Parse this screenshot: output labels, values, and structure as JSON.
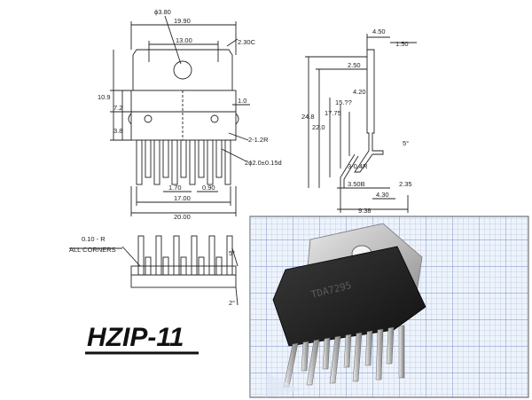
{
  "title": "HZIP-11",
  "front_view": {
    "hole_dia": "ϕ3.80",
    "width_overall": "19.90",
    "width_holes": "13.00",
    "chamfer": "2.30C",
    "height_total": "10.9",
    "height_upper": "7.2",
    "height_lower": "3.8",
    "slot_width": "1.0",
    "radius": "2-1.2R",
    "pin_width": "2ϕ2.0±0.15d",
    "pin_pitch": "1.70",
    "pin_width_2": "0.90",
    "pin_span": "17.00",
    "lead_span": "20.00"
  },
  "side_view": {
    "top_offset": "4.50",
    "top_width": "1.50",
    "upper": "2.50",
    "dim_15": "15.??",
    "dim_17": "17.75",
    "dim_22": "22.0",
    "dim_24": "24.8",
    "small_dim": "4.20",
    "angle": "5°",
    "bend_r": "3-0.4R",
    "foot_a": "3.50B",
    "foot_b": "4.30",
    "foot_c": "2.35",
    "total": "9.38"
  },
  "bottom_view": {
    "corner_note_1": "0.10 - R",
    "corner_note_2": "ALL CORNERS",
    "angle_top": "5°",
    "angle_bottom": "2°"
  },
  "photo": {
    "marking": "TDA7295"
  }
}
